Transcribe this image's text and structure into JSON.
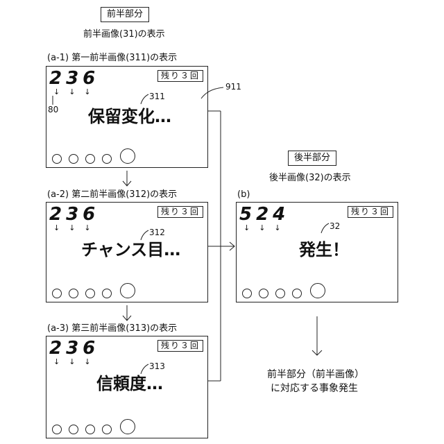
{
  "first_half": {
    "label": "前半部分",
    "caption": "前半画像(31)の表示"
  },
  "second_half": {
    "label": "後半部分",
    "caption": "後半画像(32)の表示"
  },
  "screens": {
    "a1": {
      "caption": "(a-1) 第一前半画像(311)の表示",
      "digits": "236",
      "remaining": "残り３回",
      "message": "保留変化…",
      "ref_message": "311",
      "ref_digits": "80",
      "ref_screen": "911"
    },
    "a2": {
      "caption": "(a-2) 第二前半画像(312)の表示",
      "digits": "236",
      "remaining": "残り３回",
      "message": "チャンス目…",
      "ref_message": "312"
    },
    "a3": {
      "caption": "(a-3) 第三前半画像(313)の表示",
      "digits": "236",
      "remaining": "残り３回",
      "message": "信頼度…",
      "ref_message": "313"
    },
    "b": {
      "caption": "(b)",
      "digits": "524",
      "remaining": "残り３回",
      "message": "発生！",
      "ref_message": "32"
    }
  },
  "arrow_glyphs": "↓↓↓",
  "result": {
    "line1": "前半部分（前半画像）",
    "line2": "に対応する事象発生"
  }
}
